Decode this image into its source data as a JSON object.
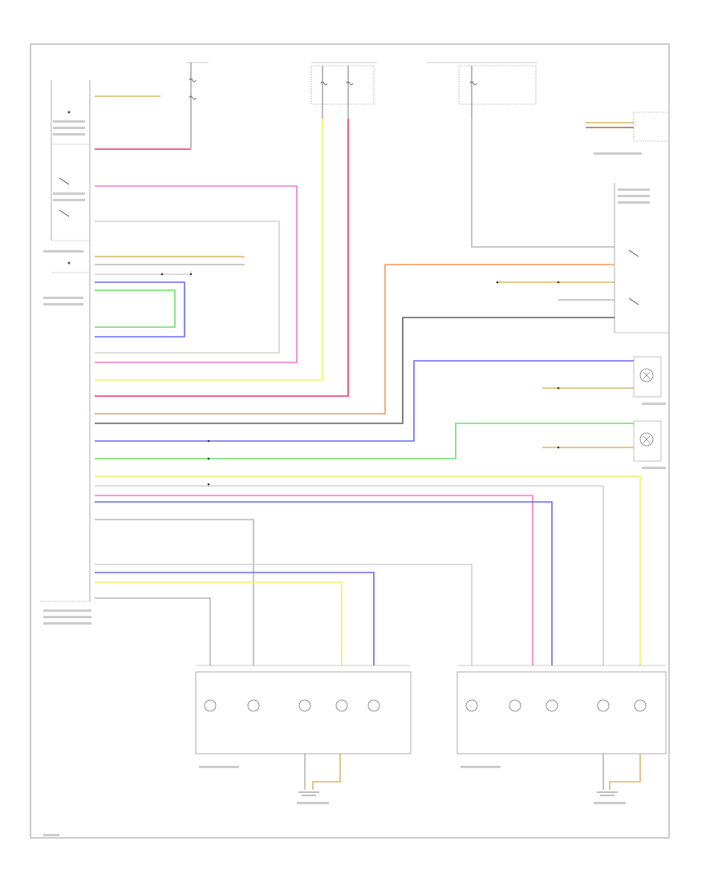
{
  "colors": {
    "yellow": "#f2f266",
    "pink": "#f07acb",
    "red": "#e8356a",
    "orange": "#f39a5a",
    "blue": "#6a6af0",
    "green": "#6ce06c",
    "gray": "#b8b8b8",
    "darkgray": "#606060",
    "lightgray": "#d2d2d2",
    "black": "#222222",
    "tan": "#d8b86a",
    "brown": "#a0703a"
  },
  "title": "",
  "components": [
    {
      "id": "left-switch",
      "label": ""
    },
    {
      "id": "left-front-headlight",
      "label": ""
    },
    {
      "id": "right-front-headlight",
      "label": ""
    },
    {
      "id": "instrument-cluster",
      "label": ""
    },
    {
      "id": "hazard-switch",
      "label": ""
    },
    {
      "id": "right-turn-lamp",
      "label": ""
    },
    {
      "id": "left-turn-lamp",
      "label": ""
    }
  ],
  "footer_code": ""
}
